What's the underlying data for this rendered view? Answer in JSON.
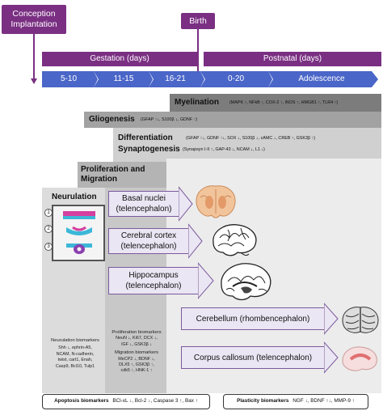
{
  "timeline": {
    "conception_label": "Conception\nImplantation",
    "birth_label": "Birth",
    "gestation_label": "Gestation (days)",
    "postnatal_label": "Postnatal (days)",
    "stages": [
      "5-10",
      "11-15",
      "16-21",
      "0-20",
      "Adolescence"
    ]
  },
  "processes": {
    "myelination": {
      "title": "Myelination",
      "biomarkers": "(MAPK ↑, NFkB ↑, COX-2 ↑, iNOS ↑, HMGB1 ↑, TLR4 ↑)"
    },
    "gliogenesis": {
      "title": "Gliogenesis",
      "biomarkers": "(GFAP ↑↓, S100β ↓, GDNF ↑)"
    },
    "differentiation": {
      "title": "Differentiation",
      "biomarkers": "(GFAP ↑↓, GDNF ↑↓, SOX ↓, S100β ↓, cAMC ↓, CREB ↑, GSK3β ↑)"
    },
    "synaptogenesis": {
      "title": "Synaptogenesis",
      "biomarkers": "(Synapsyn I-II ↑, GAP-43 ↓, NCAM ↓, L1 ↓)"
    },
    "proliferation": {
      "title": "Proliferation and\nMigration"
    },
    "neurulation": {
      "title": "Neurulation",
      "steps": [
        "1",
        "2",
        "3"
      ]
    }
  },
  "regions": [
    {
      "label": "Basal nuclei\n(telencephalon)",
      "icon": "basal-nuclei-icon"
    },
    {
      "label": "Cerebral cortex\n(telencephalon)",
      "icon": "cerebral-cortex-icon"
    },
    {
      "label": "Hippocampus\n(telencephalon)",
      "icon": "hippocampus-icon"
    },
    {
      "label": "Cerebellum (rhombencephalon)",
      "icon": "cerebellum-icon"
    },
    {
      "label": "Corpus callosum (telencephalon)",
      "icon": "corpus-callosum-icon"
    }
  ],
  "neurulation_biomarkers": {
    "title": "Neurulation biomarkers",
    "text": "Shh ↓, ephrin-A5,\nNCAM, N-cadherin,\ntwist, cart1, Enah,\nCasp9, Bcl10, Tulp1"
  },
  "proliferation_biomarkers": {
    "title": "Proliferation biomarkers",
    "text": "NeuN ↓, Ki67, DCX ↓,\nIGF ↓, GSK3β ↓"
  },
  "migration_biomarkers": {
    "title": "Migration biomarkers",
    "text": "MeCP2 ↓, BDNF ↓,\nDLX5 ↑, GSK3β ↑,\ncdk5 ↑, HNK-1 ↑"
  },
  "apoptosis": {
    "title": "Apoptosis biomarkers",
    "text": "BCl-xL ↓, Bcl-2 ↓, Caspase 3 ↑, Bax ↑"
  },
  "plasticity": {
    "title": "Plasticity biomarkers",
    "text": "NGF ↓, BDNF ↑↓, MMP-9 ↑"
  },
  "colors": {
    "purple": "#7a2f82",
    "blue": "#4a66c8",
    "arrow_fill": "#eae6f3",
    "arrow_border": "#7a5a9c"
  }
}
